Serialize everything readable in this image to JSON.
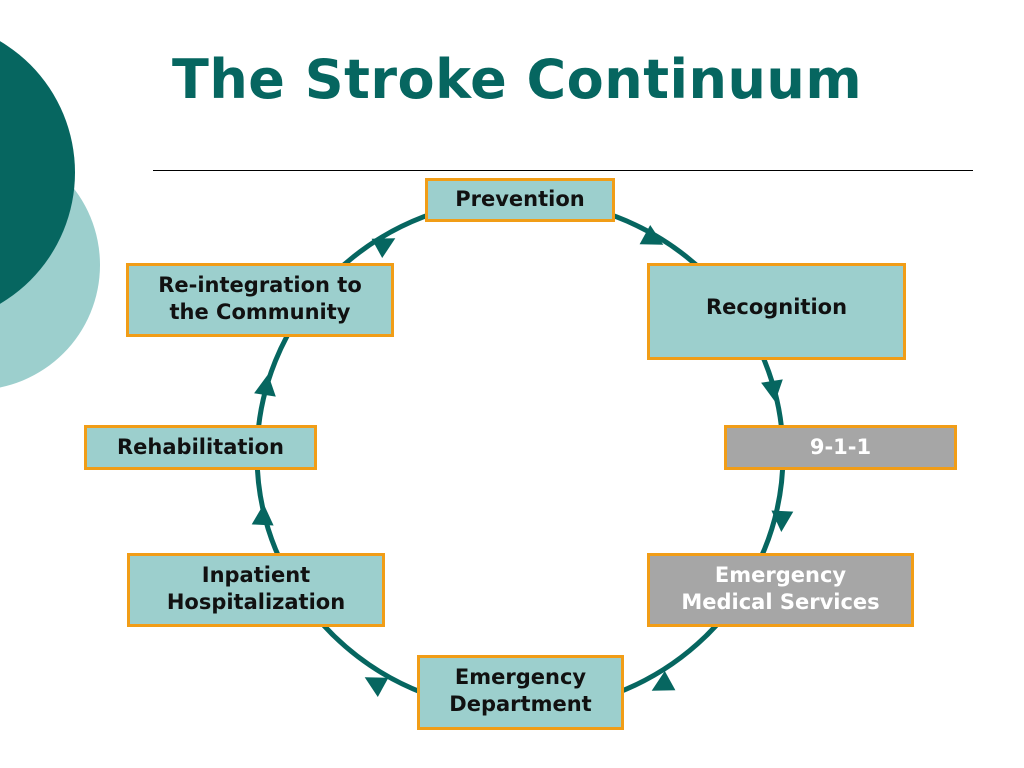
{
  "slide": {
    "title": "The Stroke Continuum"
  },
  "colors": {
    "primary_teal": "#066660",
    "light_teal": "#9ccfcd",
    "border_orange": "#f19d17",
    "gray_box": "#a6a6a6"
  },
  "cycle": {
    "nodes": [
      {
        "label": "Prevention",
        "style": "teal"
      },
      {
        "label": "Recognition",
        "style": "teal"
      },
      {
        "label": "9-1-1",
        "style": "gray"
      },
      {
        "label": "Emergency\nMedical Services",
        "style": "gray"
      },
      {
        "label": "Emergency\nDepartment",
        "style": "teal"
      },
      {
        "label": "Inpatient\nHospitalization",
        "style": "teal"
      },
      {
        "label": "Rehabilitation",
        "style": "teal"
      },
      {
        "label": "Re-integration to\nthe Community",
        "style": "teal"
      }
    ]
  }
}
